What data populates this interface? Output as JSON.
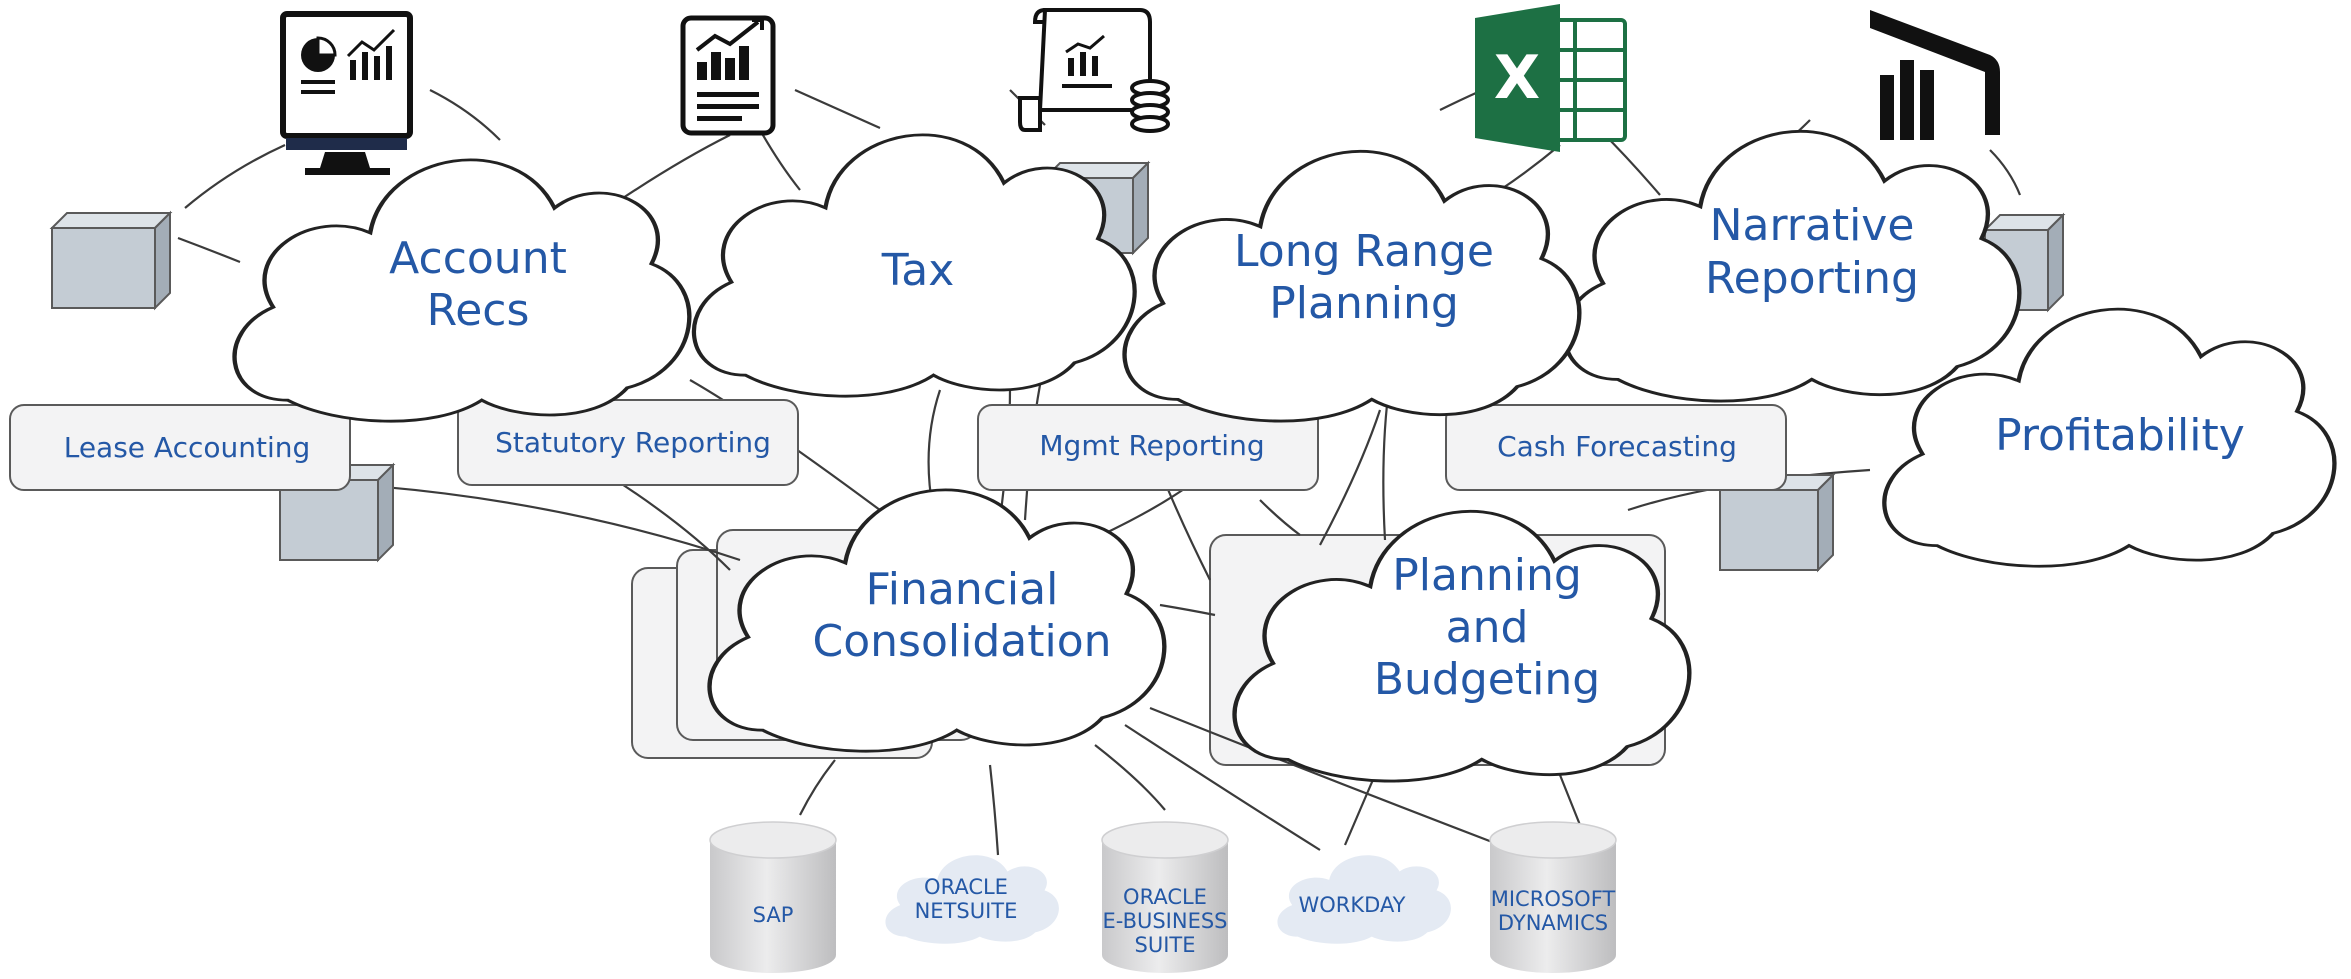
{
  "colors": {
    "label_blue": "#2458a6",
    "box_fill": "#f3f3f4",
    "box_stroke": "#5a5a5a",
    "cube_front": "#c4ccd4",
    "cube_top": "#dde3e8",
    "cube_side": "#a3adb7",
    "connector": "#3b3b3b",
    "excel_green": "#1d7044",
    "small_cloud": "#e4eaf3",
    "cylinder": "#d9d9da"
  },
  "icons": [
    "dashboard-monitor-icon",
    "report-document-icon",
    "financial-scroll-icon",
    "excel-icon",
    "power-bi-icon"
  ],
  "clouds": {
    "account_recs": [
      "Account",
      "Recs"
    ],
    "tax": [
      "Tax"
    ],
    "long_range_planning": [
      "Long Range",
      "Planning"
    ],
    "narrative_reporting": [
      "Narrative",
      "Reporting"
    ],
    "profitability": [
      "Profitability"
    ],
    "financial_consolidation": [
      "Financial",
      "Consolidation"
    ],
    "planning_and_budgeting": [
      "Planning",
      "and",
      "Budgeting"
    ]
  },
  "boxes": {
    "lease_accounting": "Lease Accounting",
    "statutory_reporting": "Statutory Reporting",
    "mgmt_reporting": "Mgmt Reporting",
    "cash_forecasting": "Cash Forecasting"
  },
  "sources": {
    "sap": [
      "SAP"
    ],
    "oracle_netsuite": [
      "ORACLE",
      "NETSUITE"
    ],
    "oracle_ebs": [
      "ORACLE",
      "E-BUSINESS",
      "SUITE"
    ],
    "workday": [
      "WORKDAY"
    ],
    "microsoft_dynamics": [
      "MICROSOFT",
      "DYNAMICS"
    ]
  }
}
